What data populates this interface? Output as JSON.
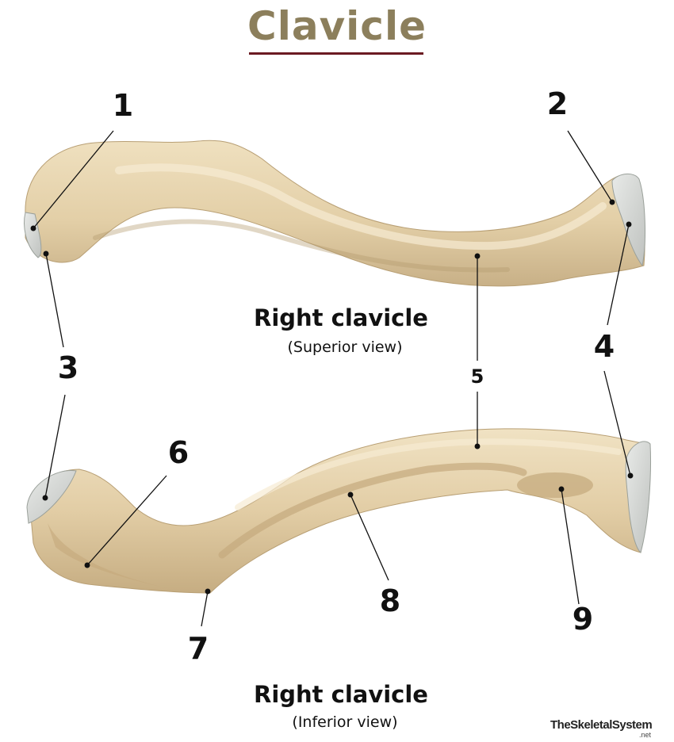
{
  "title": "Clavicle",
  "views": [
    {
      "heading": "Right clavicle",
      "subheading": "(Superior view)"
    },
    {
      "heading": "Right clavicle",
      "subheading": "(Inferior view)"
    }
  ],
  "labels": [
    "1",
    "2",
    "3",
    "4",
    "4",
    "5",
    "6",
    "7",
    "8",
    "9"
  ],
  "watermark": {
    "main": "TheSkeletalSystem",
    "suffix": ".net"
  },
  "colors": {
    "title": "#8c7f5c",
    "underline": "#6b1a22",
    "bone": "#e6d3ad",
    "bone_shadow": "#c9b188",
    "cartilage": "#d6d8d6"
  }
}
